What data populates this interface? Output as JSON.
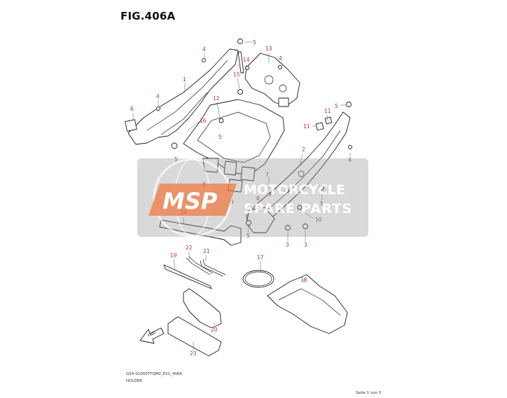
{
  "figure": {
    "title": "FIG.406A",
    "model_code": "GSX-S1000TTQM2_E21_406A",
    "section": "HOLDER",
    "page": "Seite 1 von 3"
  },
  "watermark": {
    "logo": "MSP",
    "line1": "MOTORCYCLE",
    "line2": "SPARE PARTS",
    "logo_color": "#e8703a"
  },
  "callouts": [
    "1",
    "2",
    "3",
    "3",
    "4",
    "4",
    "4",
    "4",
    "5",
    "5",
    "5",
    "5",
    "5",
    "5",
    "6",
    "7",
    "8",
    "8",
    "9",
    "9",
    "10",
    "11",
    "11",
    "12",
    "13",
    "14",
    "15",
    "16",
    "17",
    "18",
    "19",
    "20",
    "21",
    "22",
    "23",
    "24"
  ],
  "colors": {
    "callout": "#b0322a",
    "line": "#1a1a1a"
  }
}
